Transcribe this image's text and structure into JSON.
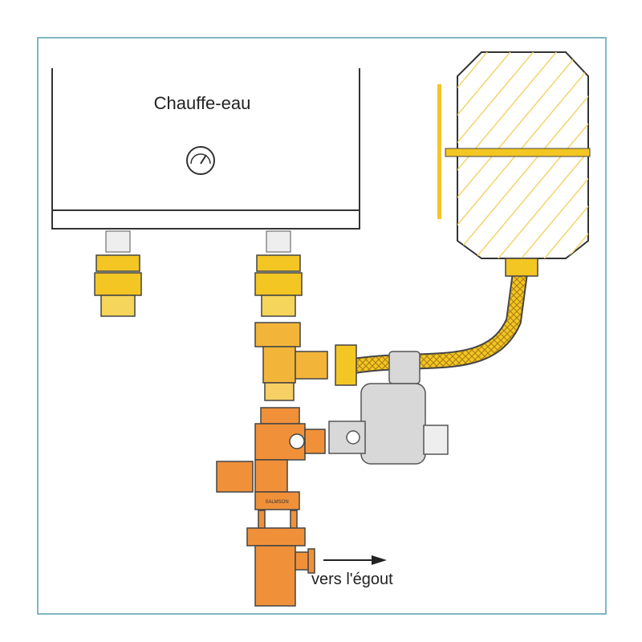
{
  "heater_label": "Chauffe-eau",
  "drain_label": "vers l'égout",
  "brand_mark": "SALMSON",
  "colors": {
    "frame": "#7fb6c2",
    "yellow": "#f3c623",
    "orange": "#f0913a",
    "grey": "#d8d8d8",
    "tank_hatch": "#f5d36a"
  }
}
